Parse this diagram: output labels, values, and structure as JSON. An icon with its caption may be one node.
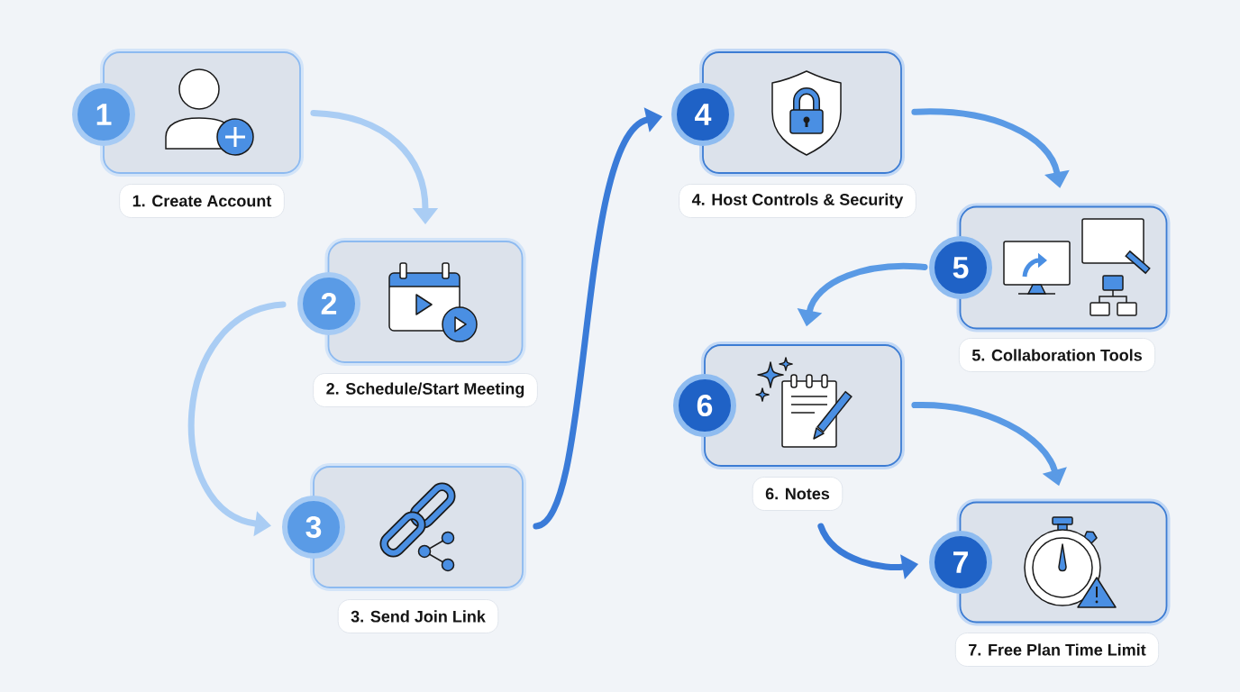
{
  "diagram": {
    "nodes": [
      {
        "text": [],
        "shape": "box"
      },
      {
        "text": [
          "1"
        ]
      },
      {
        "text": [
          "1. Create Account"
        ]
      },
      {
        "text": [],
        "shape": "box"
      },
      {
        "text": [
          "2"
        ]
      },
      {
        "text": [
          "2. Schedule/Start Meeting"
        ]
      },
      {
        "text": [],
        "shape": "box"
      },
      {
        "text": [
          "3"
        ]
      },
      {
        "text": [
          "3. Send Join Link"
        ]
      },
      {
        "text": [],
        "shape": "box"
      },
      {
        "text": [
          "4"
        ]
      },
      {
        "text": [
          "4. Host Controls & Security"
        ]
      },
      {
        "text": [],
        "shape": "box"
      },
      {
        "text": [
          "5"
        ]
      },
      {
        "text": [
          "5. Collaboration Tools"
        ]
      },
      {
        "text": [],
        "shape": "box"
      },
      {
        "text": [
          "6"
        ]
      },
      {
        "text": [
          "6. Notes"
        ]
      },
      {
        "text": [],
        "shape": "box"
      },
      {
        "text": [
          "7"
        ]
      },
      {
        "text": [
          "7. Free Plan Time Limit"
        ]
      }
    ],
    "edges": [
      {
        "from": 0,
        "to": 3,
        "arrow": "to",
        "color": "#aacdf4"
      },
      {
        "from": 4,
        "to": 7,
        "arrow": "to",
        "color": "#aacdf4"
      },
      {
        "from": 6,
        "to": 10,
        "arrow": "to",
        "color": "#3a7bd8"
      },
      {
        "from": 9,
        "to": 12,
        "arrow": "to"
      },
      {
        "from": 13,
        "to": 15,
        "arrow": "to"
      },
      {
        "from": 15,
        "to": 18,
        "arrow": "to"
      },
      {
        "from": 17,
        "to": 19,
        "arrow": "to",
        "color": "#3a7bd8"
      }
    ]
  }
}
